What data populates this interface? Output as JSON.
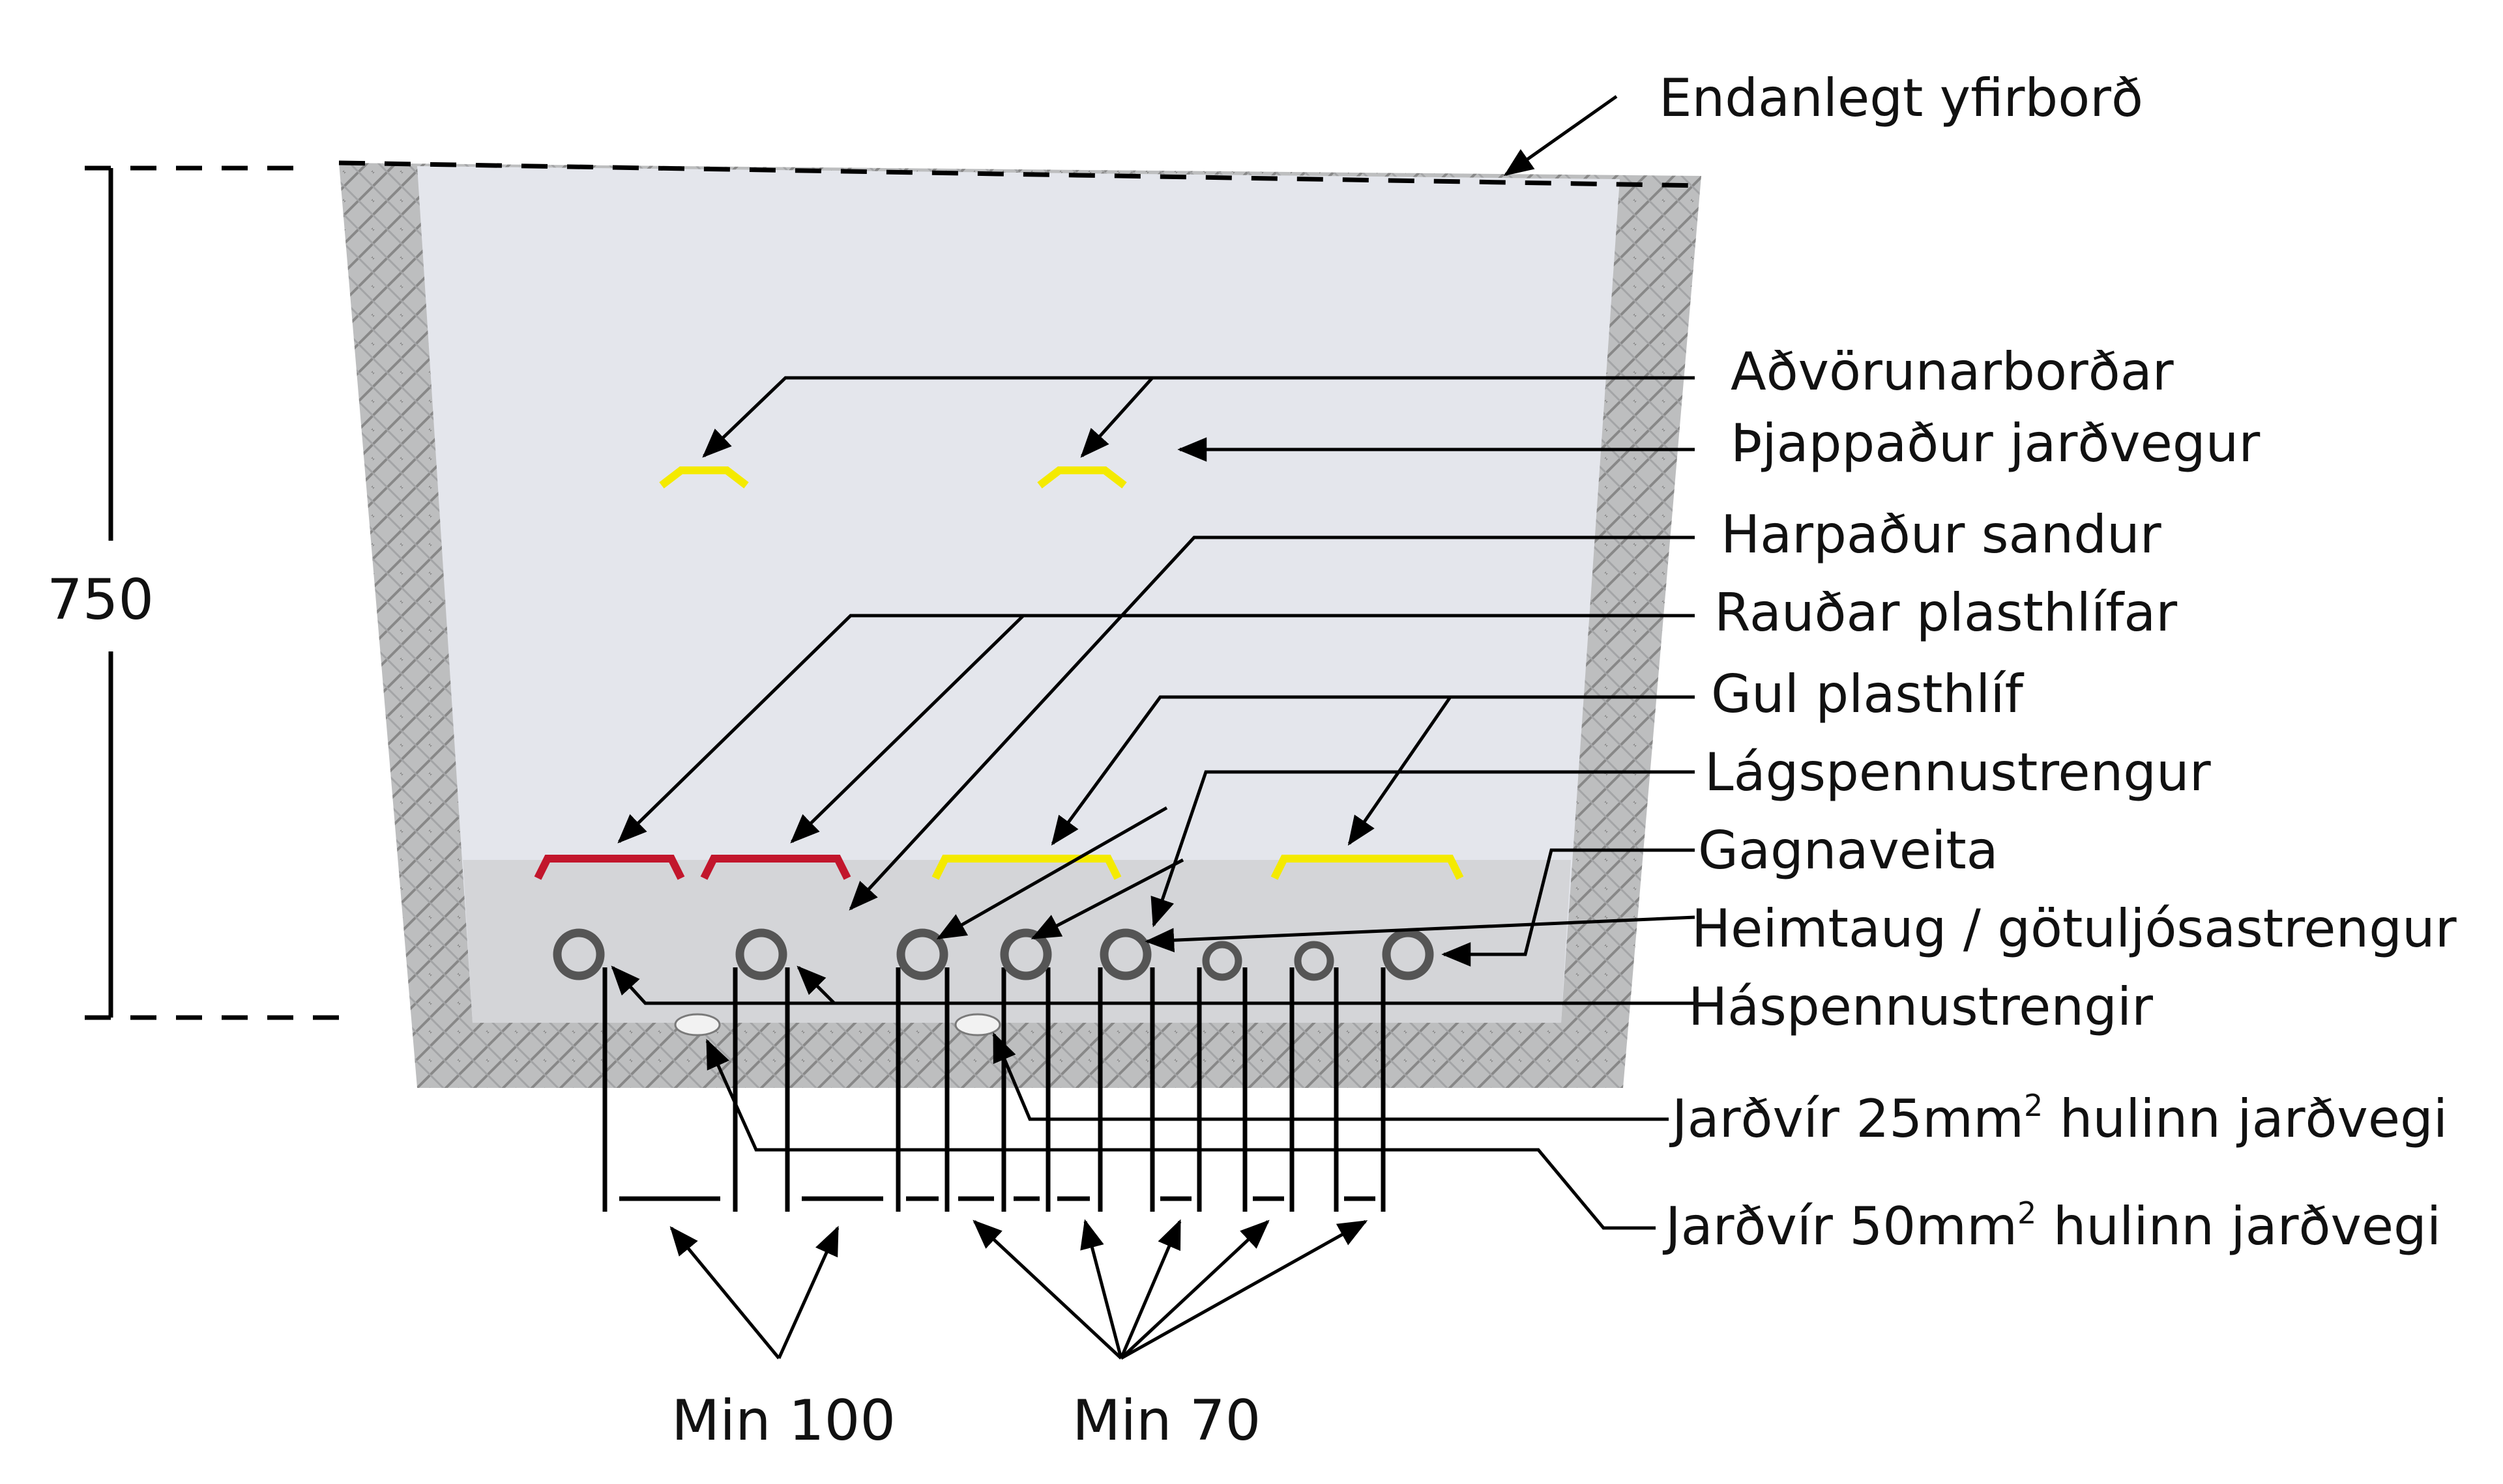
{
  "labels": {
    "final_surface": "Endanlegt yfirborð",
    "warning_tapes": "Aðvörunarborðar",
    "compacted_soil": "Þjappaður jarðvegur",
    "screened_sand": "Harpaður sandur",
    "red_covers": "Rauðar plasthlífar",
    "yellow_cover": "Gul plasthlíf",
    "low_voltage_cable": "Lágspennustrengur",
    "data_network": "Gagnaveita",
    "service_streetlight_cable": "Heimtaug / götuljósastrengur",
    "high_voltage_cables": "Háspennustrengir",
    "earth_wire_25": {
      "prefix": "Jarðvír 25mm",
      "sup": "2",
      "suffix": " hulinn jarðvegi"
    },
    "earth_wire_50": {
      "prefix": "Jarðvír 50mm",
      "sup": "2",
      "suffix": " hulinn jarðvegi"
    }
  },
  "dimensions": {
    "depth": "750",
    "min_spacing_hv": "Min 100",
    "min_spacing_other": "Min 70"
  },
  "colors": {
    "soil_fill": "#e4e6ec",
    "sand_fill": "#d4d5d8",
    "trench_wall": "#bdbebf",
    "cable_ring": "#555555",
    "red_cover": "#c2162c",
    "yellow_cover": "#f4ea00",
    "earth_wire": "#f2f2f2"
  }
}
